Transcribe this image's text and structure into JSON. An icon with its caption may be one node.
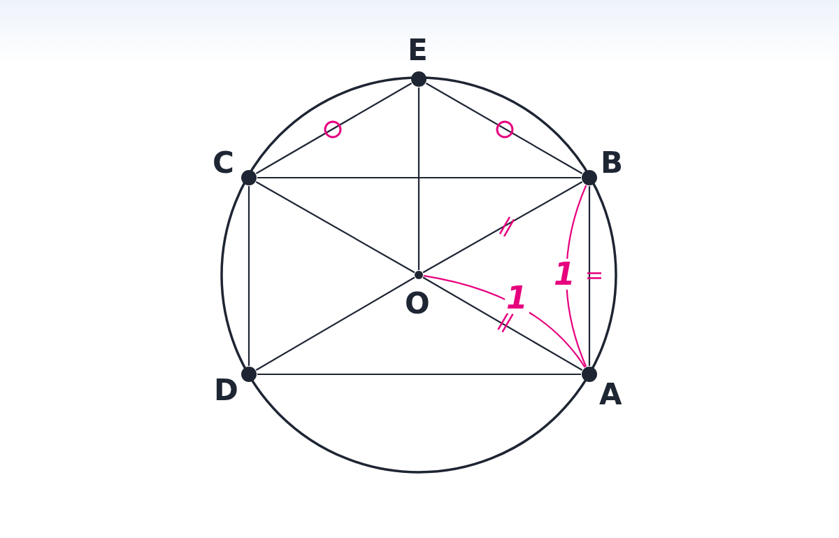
{
  "diagram": {
    "nodes": [
      {
        "text": [
          "E"
        ]
      },
      {
        "text": [
          "C"
        ]
      },
      {
        "text": [
          "B"
        ]
      },
      {
        "text": [
          "O"
        ]
      },
      {
        "text": [
          "D"
        ]
      },
      {
        "text": [
          "A"
        ]
      }
    ],
    "edges": [
      {
        "from": 0,
        "to": 1,
        "arrow": "none"
      },
      {
        "from": 0,
        "to": 2,
        "arrow": "none"
      },
      {
        "from": 0,
        "to": 3,
        "arrow": "none"
      },
      {
        "from": 1,
        "to": 2,
        "arrow": "none"
      },
      {
        "from": 1,
        "to": 3,
        "arrow": "none"
      },
      {
        "from": 3,
        "to": 2,
        "arrow": "none"
      },
      {
        "from": 1,
        "to": 4,
        "arrow": "none"
      },
      {
        "from": 2,
        "to": 5,
        "arrow": "none"
      },
      {
        "from": 4,
        "to": 3,
        "arrow": "none"
      },
      {
        "from": 3,
        "to": 5,
        "arrow": "none"
      },
      {
        "from": 4,
        "to": 5,
        "arrow": "none"
      },
      {
        "from": 3,
        "to": 5,
        "arrow": "none",
        "label": "1",
        "color": "#e6007e"
      },
      {
        "from": 2,
        "to": 5,
        "arrow": "none",
        "label": "1",
        "color": "#e6007e"
      }
    ]
  }
}
